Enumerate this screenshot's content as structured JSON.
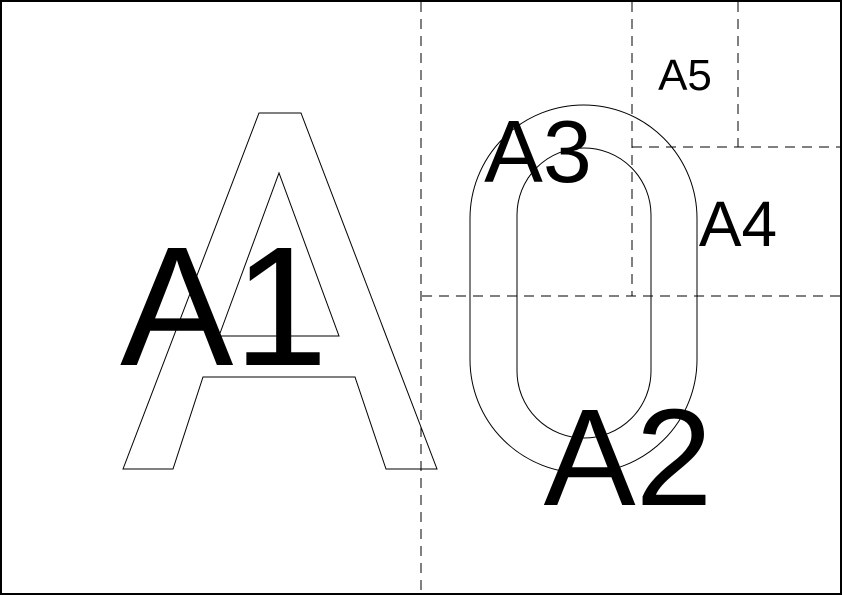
{
  "diagram": {
    "outline_letters": {
      "letter": "A",
      "digit": "0"
    },
    "labels": {
      "a1": "A1",
      "a2": "A2",
      "a3": "A3",
      "a4": "A4",
      "a5": "A5"
    },
    "colors": {
      "ink": "#000000",
      "paper": "#ffffff"
    }
  }
}
